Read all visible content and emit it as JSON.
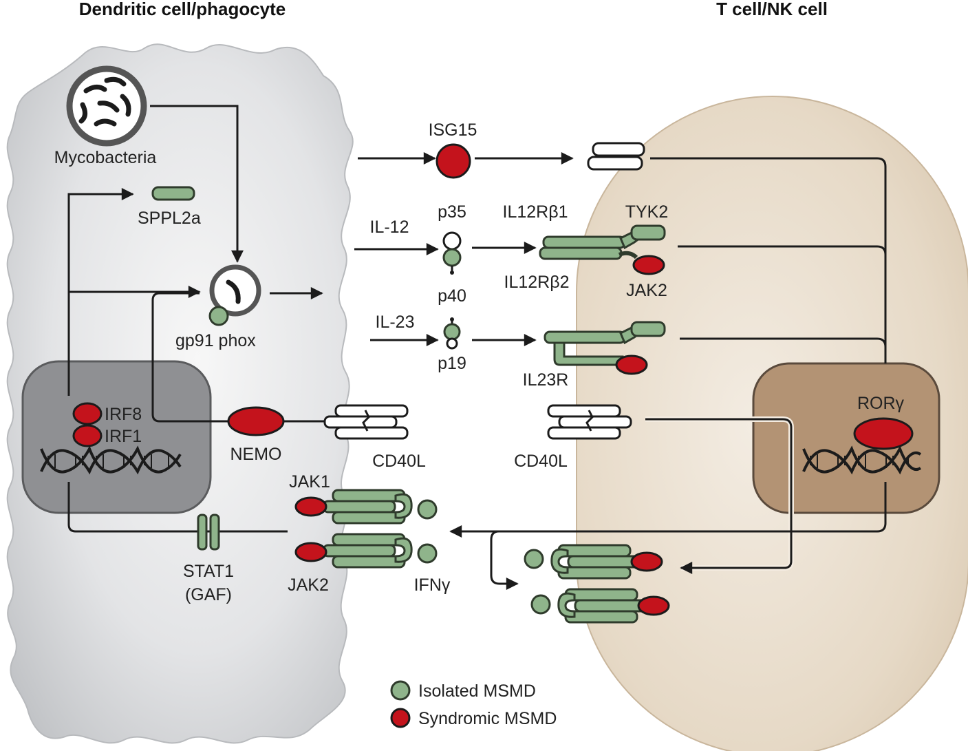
{
  "titles": {
    "left_cell": "Dendritic cell/phagocyte",
    "right_cell": "T cell/NK cell"
  },
  "labels": {
    "mycobacteria": "Mycobacteria",
    "sppl2a": "SPPL2a",
    "gp91": "gp91 phox",
    "irf8": "IRF8",
    "irf1": "IRF1",
    "nemo": "NEMO",
    "cd40l_left": "CD40L",
    "cd40l_right": "CD40L",
    "stat1": "STAT1",
    "gaf": "(GAF)",
    "jak1": "JAK1",
    "jak2_left": "JAK2",
    "ifng": "IFNγ",
    "isg15": "ISG15",
    "il12": "IL-12",
    "p35": "p35",
    "p40": "p40",
    "il23": "IL-23",
    "p19": "p19",
    "il12rb1": "IL12Rβ1",
    "il12rb2": "IL12Rβ2",
    "tyk2": "TYK2",
    "jak2_right": "JAK2",
    "il23r": "IL23R",
    "rorg": "RORγ"
  },
  "legend": {
    "isolated": "Isolated MSMD",
    "syndromic": "Syndromic MSMD",
    "colors": {
      "isolated": "#8fb48b",
      "syndromic": "#c4131c"
    }
  }
}
